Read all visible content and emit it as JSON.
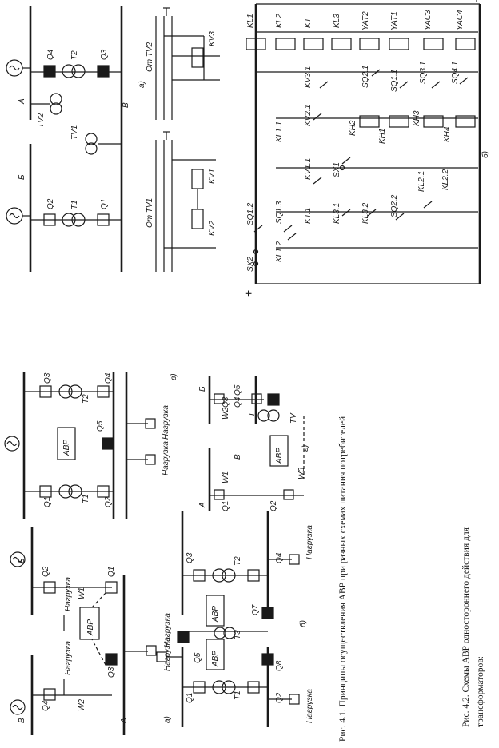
{
  "captions": {
    "fig41": "Рис. 4.1. Принципы осуществления АВР при разных схемах питания потребителей",
    "fig42_line1": "Рис. 4.2. Схемы АВР одностороннего   действия для",
    "fig42_line2": "трансформаторов:"
  },
  "fig41": {
    "a": {
      "sub": "а)",
      "bus_left": "В",
      "bus_right": "Б",
      "node": "А",
      "breakers": [
        "Q4",
        "Q2",
        "Q3",
        "Q1"
      ],
      "lines": [
        "W2",
        "W1"
      ],
      "avr": "АВР",
      "loads": [
        "Нагрузка",
        "Нагрузка",
        "Нагрузка"
      ]
    },
    "b": {
      "sub": "б)",
      "breakers": [
        "Q1",
        "Q2",
        "Q3",
        "Q4",
        "Q5",
        "Q7",
        "Q8"
      ],
      "trafos": [
        "Т1",
        "Т3",
        "Т2"
      ],
      "avr": "АВР",
      "loads": [
        "Нагрузка",
        "Нагрузка",
        "Нагрузка"
      ]
    },
    "v": {
      "sub": "в)",
      "breakers": [
        "Q1",
        "Q2",
        "Q3",
        "Q4",
        "Q5"
      ],
      "trafos": [
        "Т1",
        "Т2"
      ],
      "avr": "АВР",
      "loads": [
        "Нагрузка",
        "Нагрузка"
      ]
    },
    "g": {
      "sub": "г)",
      "buses": [
        "А",
        "Б",
        "В",
        "Г"
      ],
      "breakers": [
        "Q1",
        "Q2",
        "Q3",
        "Q4",
        "Q5"
      ],
      "lines": [
        "W1",
        "W2",
        "W3"
      ],
      "avr": "АВР",
      "tv": "TV"
    }
  },
  "fig42": {
    "a": {
      "sub": "а)",
      "buses": [
        "А",
        "Б",
        "В"
      ],
      "breakers": [
        "Q4",
        "Q3",
        "Q2",
        "Q1"
      ],
      "trafos": [
        "Т2",
        "Т1",
        "TV2",
        "TV1"
      ],
      "from1": "От TV1",
      "from2": "От TV2",
      "relays": [
        "KV1",
        "KV2",
        "KV3"
      ]
    },
    "b": {
      "sub": "б)",
      "plus": "+",
      "minus": "–",
      "coils": [
        "KL1",
        "KL2",
        "KT",
        "KL3",
        "YAT2",
        "YAT1",
        "YAC3",
        "YAC4",
        "KH2",
        "KH1",
        "KH3",
        "KH4"
      ],
      "contacts": [
        "SQ1.2",
        "SQ1.3",
        "SX2",
        "KL1.2",
        "KL1.1",
        "KT.1",
        "KV1.1",
        "KV2.1",
        "KV3.1",
        "SX1",
        "KL3.1",
        "KL3.2",
        "SQ2.2",
        "SQ2.1",
        "SQ1.1",
        "KL2.1",
        "KL2.2",
        "SQ3.1",
        "SQ4.1"
      ]
    }
  }
}
